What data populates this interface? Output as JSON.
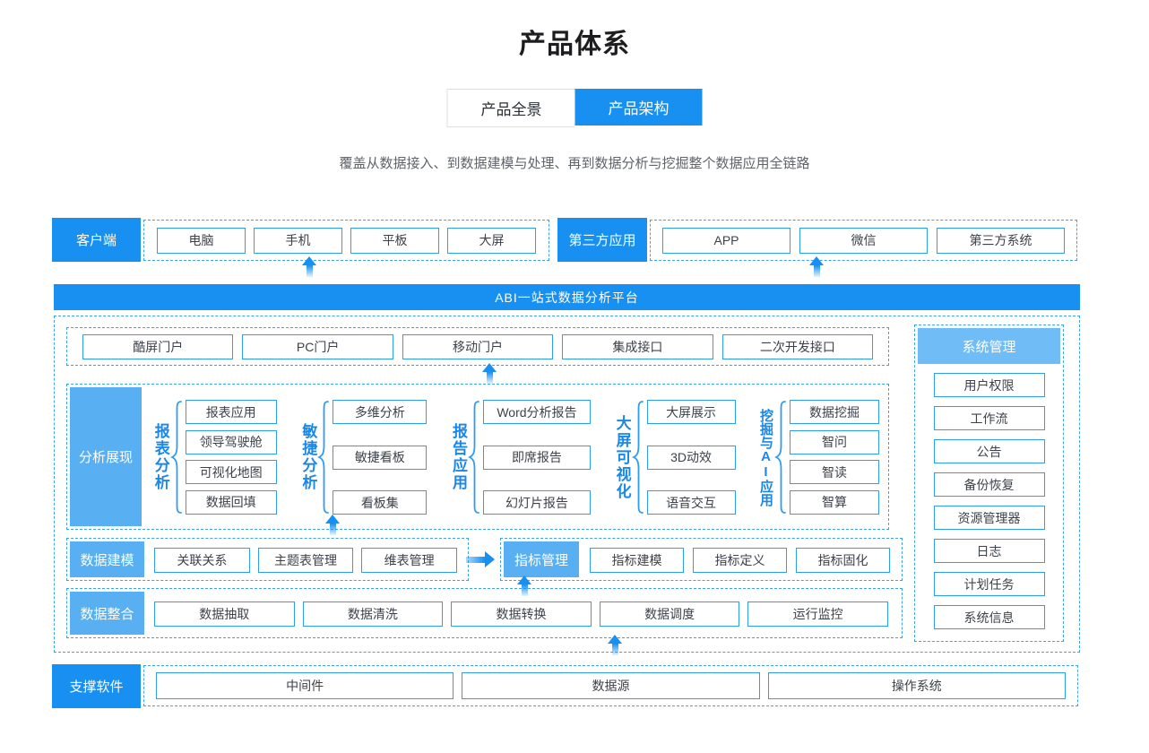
{
  "page": {
    "title": "产品体系",
    "subtitle": "覆盖从数据接入、到数据建模与处理、再到数据分析与挖掘整个数据应用全链路"
  },
  "tabs": [
    {
      "label": "产品全景",
      "active": false
    },
    {
      "label": "产品架构",
      "active": true
    }
  ],
  "colors": {
    "primary_blue": "#1790f2",
    "light_label_blue": "#58aff2",
    "sys_header_blue": "#6fbcf7",
    "dashed_border_blue": "#3f9ff2",
    "box_border_blue": "#2f9cf4",
    "box_text": "#3c424b"
  },
  "client_row": {
    "label": "客户端",
    "items": [
      "电脑",
      "手机",
      "平板",
      "大屏"
    ]
  },
  "thirdparty_row": {
    "label": "第三方应用",
    "items": [
      "APP",
      "微信",
      "第三方系统"
    ]
  },
  "platform": {
    "banner": "ABI一站式数据分析平台"
  },
  "portal_row": {
    "items": [
      "酷屏门户",
      "PC门户",
      "移动门户",
      "集成接口",
      "二次开发接口"
    ]
  },
  "system_mgmt": {
    "label": "系统管理",
    "items": [
      "用户权限",
      "工作流",
      "公告",
      "备份恢复",
      "资源管理器",
      "日志",
      "计划任务",
      "系统信息"
    ]
  },
  "analysis_row": {
    "label": "分析展现",
    "groups": [
      {
        "label": "报表分析",
        "items": [
          "报表应用",
          "领导驾驶舱",
          "可视化地图",
          "数据回填"
        ]
      },
      {
        "label": "敏捷分析",
        "items": [
          "多维分析",
          "敏捷看板",
          "看板集"
        ]
      },
      {
        "label": "报告应用",
        "items": [
          "Word分析报告",
          "即席报告",
          "幻灯片报告"
        ]
      },
      {
        "label": "大屏可视化",
        "items": [
          "大屏展示",
          "3D动效",
          "语音交互"
        ]
      },
      {
        "label": "挖掘与AI应用",
        "items": [
          "数据挖掘",
          "智问",
          "智读",
          "智算"
        ]
      }
    ]
  },
  "modeling_row": {
    "label": "数据建模",
    "items": [
      "关联关系",
      "主题表管理",
      "维表管理"
    ],
    "indicator": {
      "label": "指标管理",
      "items": [
        "指标建模",
        "指标定义",
        "指标固化"
      ]
    }
  },
  "integration_row": {
    "label": "数据整合",
    "items": [
      "数据抽取",
      "数据清洗",
      "数据转换",
      "数据调度",
      "运行监控"
    ]
  },
  "support_row": {
    "label": "支撑软件",
    "items": [
      "中间件",
      "数据源",
      "操作系统"
    ]
  }
}
